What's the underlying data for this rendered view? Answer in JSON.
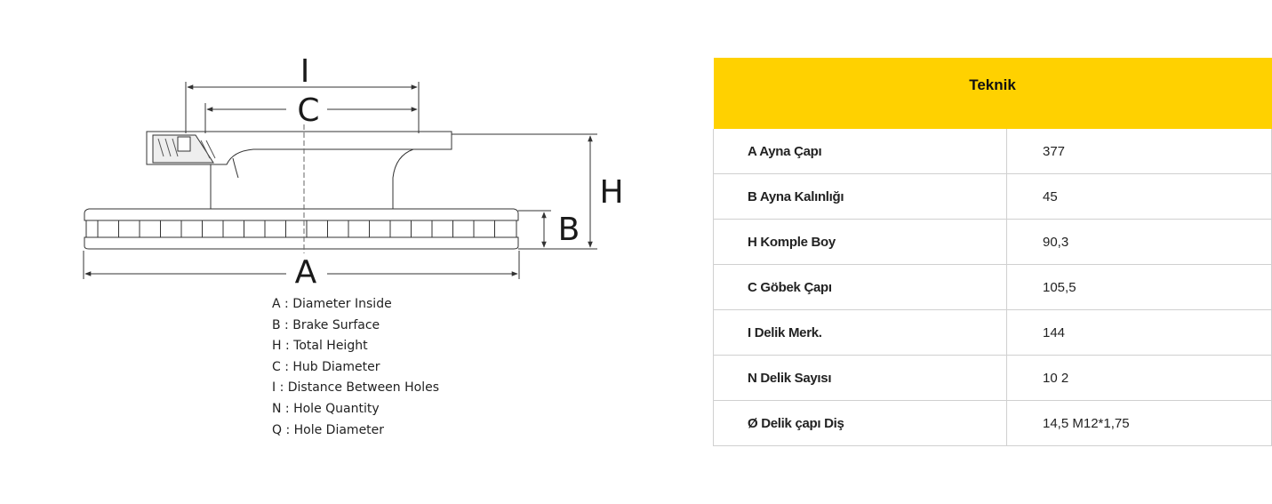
{
  "diagram": {
    "letters": {
      "I": "I",
      "C": "C",
      "H": "H",
      "B": "B",
      "A": "A"
    }
  },
  "legend": [
    "A : Diameter Inside",
    "B : Brake Surface",
    "H : Total Height",
    "C : Hub Diameter",
    "I  : Distance Between Holes",
    "N : Hole Quantity",
    "Q : Hole Diameter"
  ],
  "table": {
    "header": "Teknik",
    "header_color": "#FFD100",
    "rows": [
      {
        "label": "A Ayna Çapı",
        "value": "377"
      },
      {
        "label": "B Ayna Kalınlığı",
        "value": "45"
      },
      {
        "label": "H Komple Boy",
        "value": "90,3"
      },
      {
        "label": "C Göbek Çapı",
        "value": "105,5"
      },
      {
        "label": "I Delik Merk.",
        "value": "144"
      },
      {
        "label": "N Delik Sayısı",
        "value": "10 2"
      },
      {
        "label": "Ø Delik çapı Diş",
        "value": "14,5 M12*1,75"
      }
    ]
  }
}
